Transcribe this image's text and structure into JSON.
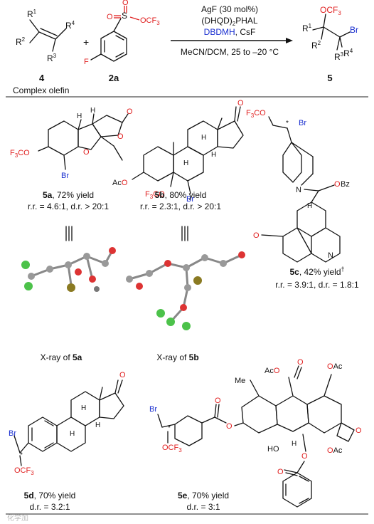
{
  "scheme": {
    "reactant_olefin_label": "4",
    "reagent_label": "2a",
    "product_label": "5",
    "plus": "+",
    "conditions": {
      "line1": "AgF (30 mol%)",
      "line2_pre": "(DHQD)",
      "line2_sub": "2",
      "line2_post": "PHAL",
      "line3_blue": "DBDMH",
      "line3_black": ", CsF",
      "line4": "MeCN/DCM, 25 to –20 °C"
    },
    "groups": {
      "R1": "R",
      "R2": "R",
      "R3": "R",
      "R4": "R",
      "OCF3": "OCF",
      "F": "F",
      "Br": "Br",
      "S": "S",
      "O": "O"
    },
    "caption": "Complex olefin"
  },
  "compounds": [
    {
      "id": "5a",
      "yield": ", 72% yield",
      "line2": "r.r. = 4.6:1, d.r. > 20:1"
    },
    {
      "id": "5b",
      "yield": ", 80% yield",
      "line2": "r.r. = 2.3:1, d.r. > 20:1"
    },
    {
      "id": "5c",
      "yield": ", 42% yield",
      "dagger": "†",
      "line2": "r.r. = 3.9:1, d.r. =  1.8:1"
    },
    {
      "id": "5d",
      "yield": ", 70% yield",
      "line2": "d.r. = 3.2:1"
    },
    {
      "id": "5e",
      "yield": ", 70% yield",
      "line2": "d.r. = 3:1"
    }
  ],
  "xray": [
    {
      "prefix": "X-ray of ",
      "id": "5a"
    },
    {
      "prefix": "X-ray of ",
      "id": "5b"
    }
  ],
  "atom_labels": {
    "F3CO": "F3CO",
    "OCF3": "OCF3",
    "Br": "Br",
    "AcO": "AcO",
    "OAc": "OAc",
    "OBz": "OBz",
    "O": "O",
    "N": "N",
    "H": "H",
    "HO": "HO",
    "Me": "Me",
    "star": "*"
  },
  "watermark": "化学加",
  "colors": {
    "oxygen_red": "#e02020",
    "bromine_blue": "#1a2fd0",
    "text": "#111111"
  }
}
